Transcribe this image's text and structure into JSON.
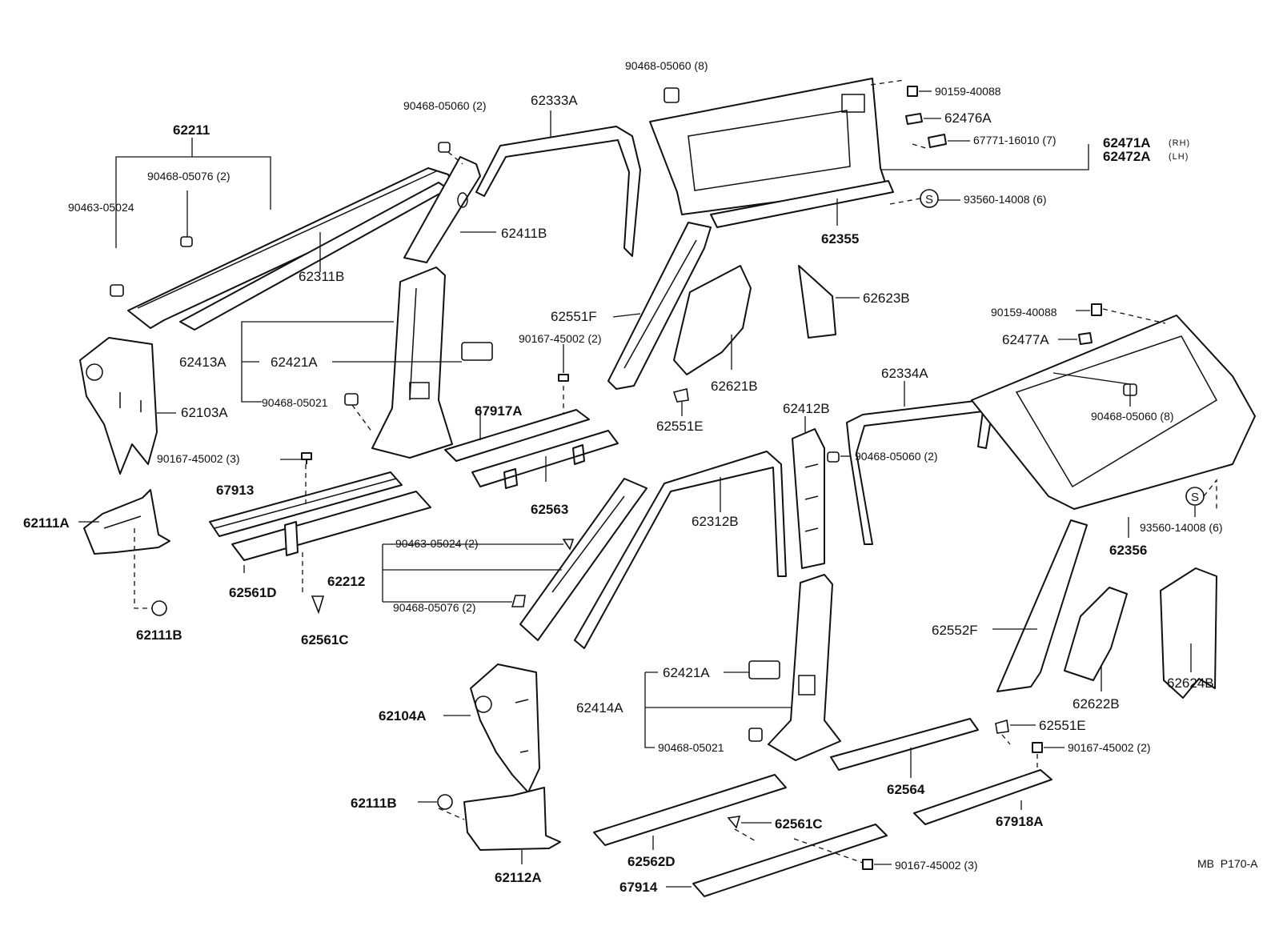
{
  "diagram": {
    "sheet_code": "MB  P170-A",
    "symbol_s": "S",
    "labels": {
      "l62211": "62211",
      "l90468_05076_2_top": "90468-05076 (2)",
      "l90463_05024": "90463-05024",
      "l62311B": "62311B",
      "l90468_05060_2_top": "90468-05060 (2)",
      "l62333A": "62333A",
      "l62411B": "62411B",
      "l90468_05060_8_top": "90468-05060 (8)",
      "l90159_40088_top": "90159-40088",
      "l62476A": "62476A",
      "l67771_16010_7": "67771-16010 (7)",
      "l62471A": "62471A",
      "l62471A_side": "(RH)",
      "l62472A": "62472A",
      "l62472A_side": "(LH)",
      "l93560_14008_6_top": "93560-14008 (6)",
      "l62355": "62355",
      "l62623B": "62623B",
      "l62551F": "62551F",
      "l90167_45002_2_mid": "90167-45002 (2)",
      "l62621B": "62621B",
      "l62551E_top": "62551E",
      "l62413A": "62413A",
      "l62421A_top": "62421A",
      "l90468_05021_top": "90468-05021",
      "l62103A": "62103A",
      "l90167_45002_3_top": "90167-45002 (3)",
      "l67917A": "67917A",
      "l62563": "62563",
      "l67913": "67913",
      "l62111A": "62111A",
      "l62561D": "62561D",
      "l62212": "62212",
      "l90463_05024_2": "90463-05024 (2)",
      "l90468_05076_2_bot": "90468-05076 (2)",
      "l62561C_top": "62561C",
      "l62111B_top": "62111B",
      "l62412B": "62412B",
      "l62334A": "62334A",
      "l90468_05060_2_mid": "90468-05060 (2)",
      "l62312B": "62312B",
      "l90159_40088_right": "90159-40088",
      "l62477A": "62477A",
      "l90468_05060_8_right": "90468-05060 (8)",
      "l93560_14008_6_right": "93560-14008 (6)",
      "l62356": "62356",
      "l62552F": "62552F",
      "l62624B": "62624B",
      "l62622B": "62622B",
      "l62551E_bot": "62551E",
      "l90167_45002_2_bot": "90167-45002 (2)",
      "l62421A_bot": "62421A",
      "l62414A": "62414A",
      "l90468_05021_bot": "90468-05021",
      "l62104A": "62104A",
      "l62564": "62564",
      "l62111B_bot": "62111B",
      "l62561C_bot": "62561C",
      "l67918A": "67918A",
      "l62562D": "62562D",
      "l90167_45002_3_bot": "90167-45002 (3)",
      "l62112A": "62112A",
      "l67914": "67914"
    }
  }
}
